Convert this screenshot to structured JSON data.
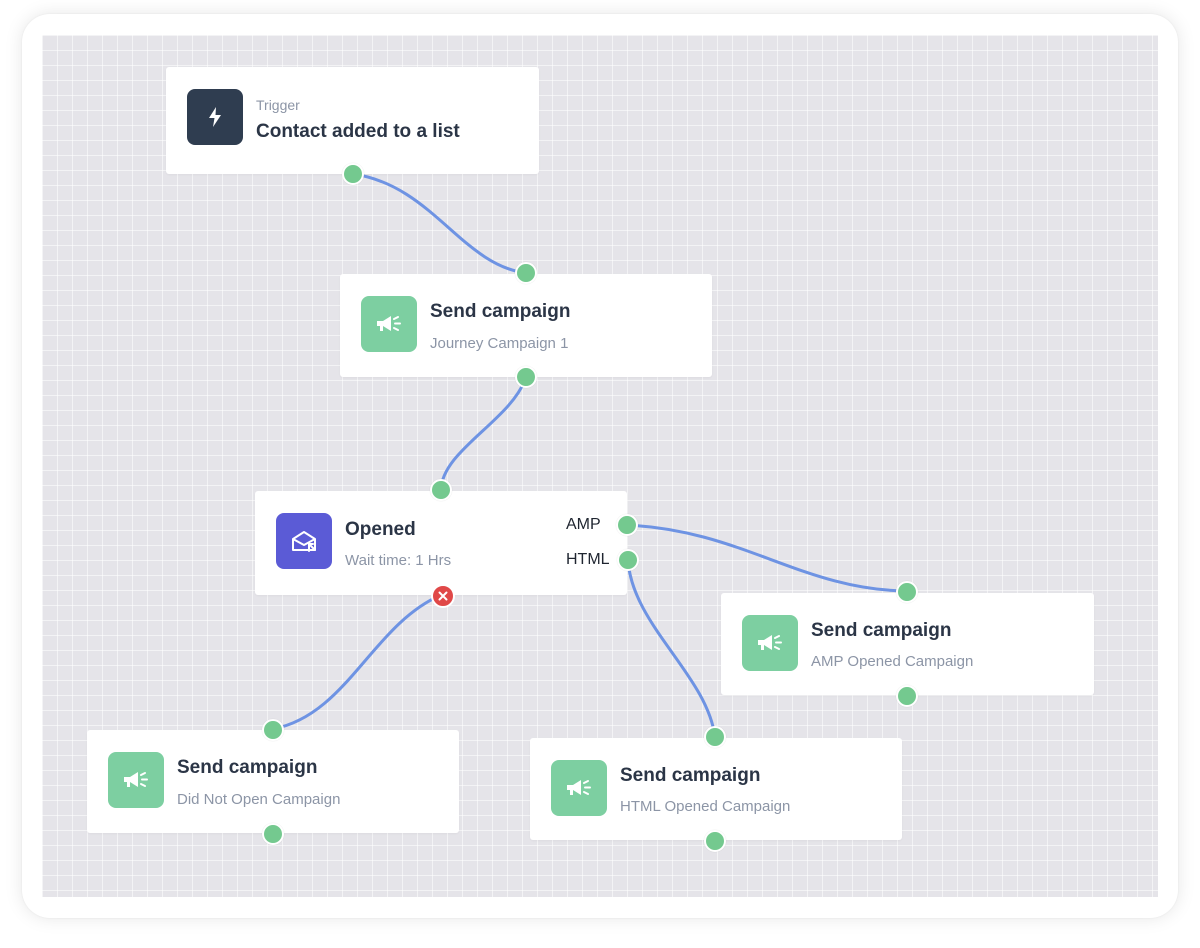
{
  "colors": {
    "canvas_bg": "#e5e4e9",
    "edge": "#6e93e3",
    "port": "#74c98f",
    "port_no": "#e04848",
    "trigger_icon_bg": "#2f3d50",
    "send_icon_bg": "#7dcfa1",
    "opened_icon_bg": "#5b5bd6"
  },
  "trigger": {
    "label": "Trigger",
    "title": "Contact added to a list",
    "icon": "lightning-icon"
  },
  "send_campaign_1": {
    "title": "Send campaign",
    "subtitle": "Journey Campaign 1",
    "icon": "megaphone-icon"
  },
  "opened": {
    "title": "Opened",
    "subtitle": "Wait time: 1 Hrs",
    "icon": "envelope-open-icon",
    "branches": [
      "AMP",
      "HTML"
    ]
  },
  "send_campaign_amp": {
    "title": "Send campaign",
    "subtitle": "AMP Opened Campaign",
    "icon": "megaphone-icon"
  },
  "send_campaign_html": {
    "title": "Send campaign",
    "subtitle": "HTML Opened Campaign",
    "icon": "megaphone-icon"
  },
  "send_campaign_not_opened": {
    "title": "Send campaign",
    "subtitle": "Did Not Open Campaign",
    "icon": "megaphone-icon"
  }
}
